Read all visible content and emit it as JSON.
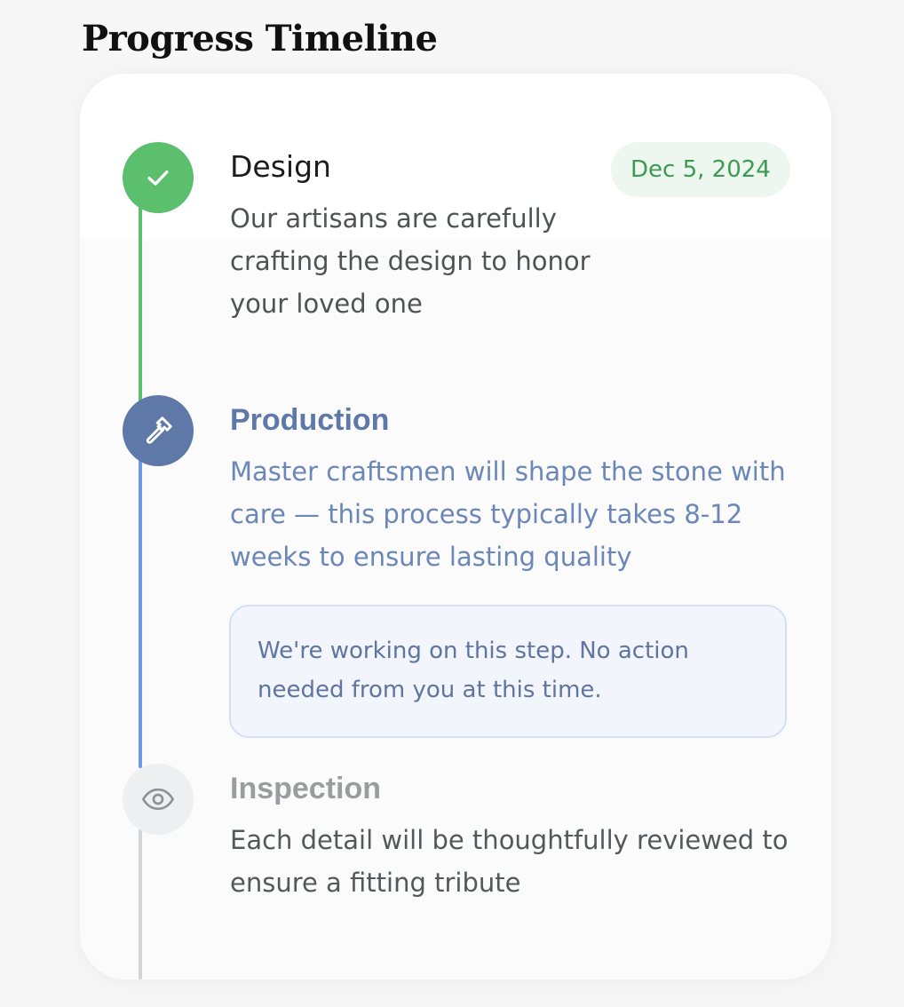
{
  "page": {
    "title": "Progress Timeline"
  },
  "colors": {
    "complete": "#5cbf6e",
    "complete_text": "#3c9a52",
    "active": "#5e78a8",
    "active_rail": "#6e98e8",
    "active_text": "#6b86b8",
    "note_text": "#5f74a0",
    "pending_rail": "#d2d4d6",
    "pending_icon": "#8f9196"
  },
  "timeline": {
    "steps": [
      {
        "title": "Design",
        "description": "Our artisans are carefully crafting the design to honor your loved one",
        "date": "Dec 5, 2024",
        "status": "complete",
        "icon": "check-icon"
      },
      {
        "title": "Production",
        "description": "Master craftsmen will shape the stone with care — this process typically takes 8-12 weeks to ensure lasting quality",
        "status": "active",
        "icon": "hammer-icon",
        "note": "We're working on this step. No action needed from you at this time."
      },
      {
        "title": "Inspection",
        "description": "Each detail will be thoughtfully reviewed to ensure a fitting tribute",
        "status": "pending",
        "icon": "eye-icon"
      }
    ]
  }
}
